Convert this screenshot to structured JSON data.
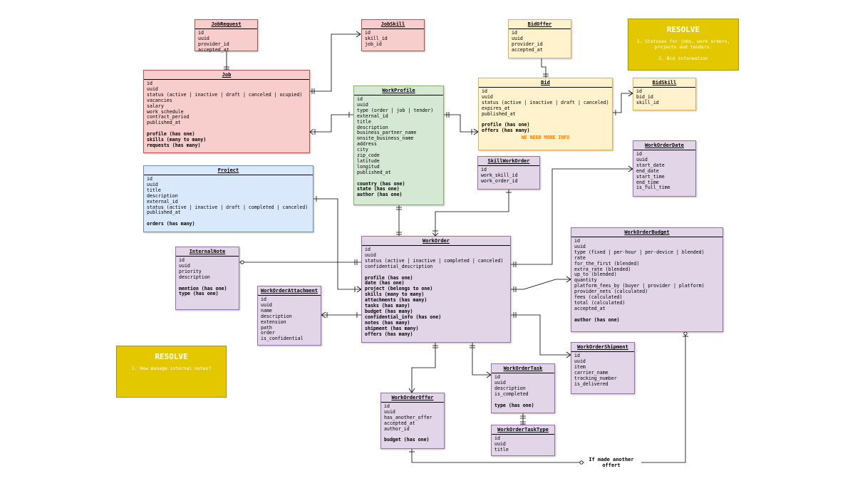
{
  "entities": {
    "job_request": {
      "title": "JobRequest",
      "fields": [
        "id",
        "uuid",
        "provider_id",
        "accepted_at"
      ],
      "relations": []
    },
    "job_skill": {
      "title": "JobSkill",
      "fields": [
        "id",
        "skill_id",
        "job_id"
      ],
      "relations": []
    },
    "bid_offer": {
      "title": "BidOffer",
      "fields": [
        "id",
        "uuid",
        "provider_id",
        "accepted_at"
      ],
      "relations": []
    },
    "job": {
      "title": "Job",
      "fields": [
        "id",
        "uuid",
        "status (active | inactive | draft | canceled | ocupied)",
        "vacancies",
        "salary",
        "work_schedule",
        "contract_period",
        "published_at"
      ],
      "relations": [
        "profile (has one)",
        "skills (many to many)",
        "requests (has many)"
      ]
    },
    "work_profile": {
      "title": "WorkProfile",
      "fields": [
        "id",
        "uuid",
        "type (order | job | tender)",
        "external_id",
        "title",
        "description",
        "business_partner_name",
        "onsite_business_name",
        "address",
        "city",
        "zip_code",
        "latitude",
        "longitud",
        "published_at"
      ],
      "relations": [
        "country (has one)",
        "state (has one)",
        "author (has one)"
      ]
    },
    "bid": {
      "title": "Bid",
      "fields": [
        "id",
        "uuid",
        "status (active | inactive | draft | canceled)",
        "expires_at",
        "published_at"
      ],
      "relations": [
        "profile (has one)",
        "offers (has many)"
      ],
      "warning": "WE NEED MORE INFO"
    },
    "bid_skill": {
      "title": "BidSkill",
      "fields": [
        "id",
        "bid_id",
        "skill_id"
      ],
      "relations": []
    },
    "skill_work_order": {
      "title": "SkillWorkOrder",
      "fields": [
        "id",
        "work_skill_id",
        "work_order_id"
      ],
      "relations": []
    },
    "work_order_date": {
      "title": "WorkOrderDate",
      "fields": [
        "id",
        "uuid",
        "start_date",
        "end_date",
        "start_time",
        "end_time",
        "is_full_time"
      ],
      "relations": []
    },
    "project": {
      "title": "Project",
      "fields": [
        "id",
        "uuid",
        "title",
        "description",
        "external_id",
        "status (active | inactive | draft | completed | canceled)",
        "published_at"
      ],
      "relations": [
        "orders (has many)"
      ]
    },
    "internal_note": {
      "title": "InternalNote",
      "fields": [
        "id",
        "uuid",
        "priority",
        "description"
      ],
      "relations": [
        "mention (has one)",
        "type (has one)"
      ]
    },
    "work_order": {
      "title": "WorkOrder",
      "fields": [
        "id",
        "uuid",
        "status (active | inactive | completed | canceled)",
        "confidential_description"
      ],
      "relations": [
        "profile (has one)",
        "date (has one)",
        "project (belongs to one)",
        "skills (many to many)",
        "attachments (has many)",
        "tasks (has many)",
        "budget (has many)",
        "confidential_info (has one)",
        "notes (has many)",
        "shipment (has many)",
        "offers (has many)"
      ]
    },
    "work_order_budget": {
      "title": "WorkOrderBudget",
      "fields": [
        "id",
        "uuid",
        "type (fixed | per-hour | per-device | blended)",
        "rate",
        "for_the_first (blended)",
        "extra_rate (blended)",
        "up_to (blended)",
        "quantity",
        "platform_fees_by (buyer | provider | platform)",
        "provider_nets (calculated)",
        "fees (calculated)",
        "total (calculated)",
        "accepted_at"
      ],
      "relations": [
        "author (has one)"
      ]
    },
    "work_order_attachment": {
      "title": "WorkOrderAttachment",
      "fields": [
        "id",
        "uuid",
        "name",
        "description",
        "extension",
        "path",
        "order",
        "is_confidential"
      ],
      "relations": []
    },
    "work_order_shipment": {
      "title": "WorkOrderShipment",
      "fields": [
        "id",
        "uuid",
        "item",
        "carrier_name",
        "tracking_number",
        "is_delivered"
      ],
      "relations": []
    },
    "work_order_task": {
      "title": "WorkOrderTask",
      "fields": [
        "id",
        "uuid",
        "description",
        "is_completed"
      ],
      "relations": [
        "type (has one)"
      ]
    },
    "work_order_offer": {
      "title": "WorkOrderOffer",
      "fields": [
        "id",
        "uuid",
        "has_another_offer",
        "accepted_at",
        "author_id"
      ],
      "relations": [
        "budget (has one)"
      ]
    },
    "work_order_task_type": {
      "title": "WorkOrderTaskType",
      "fields": [
        "id",
        "uuid",
        "title"
      ],
      "relations": []
    }
  },
  "notes": {
    "resolve_top": {
      "title": "RESOLVE",
      "lines": [
        "1. Statuses for jobs, work orders,",
        "projects and tenders.",
        "",
        "2. Bid information"
      ]
    },
    "resolve_left": {
      "title": "RESOLVE",
      "lines": [
        "1. How manage internal notes?"
      ]
    }
  },
  "connector_label": {
    "line1": "If made another",
    "line2": "offert"
  }
}
